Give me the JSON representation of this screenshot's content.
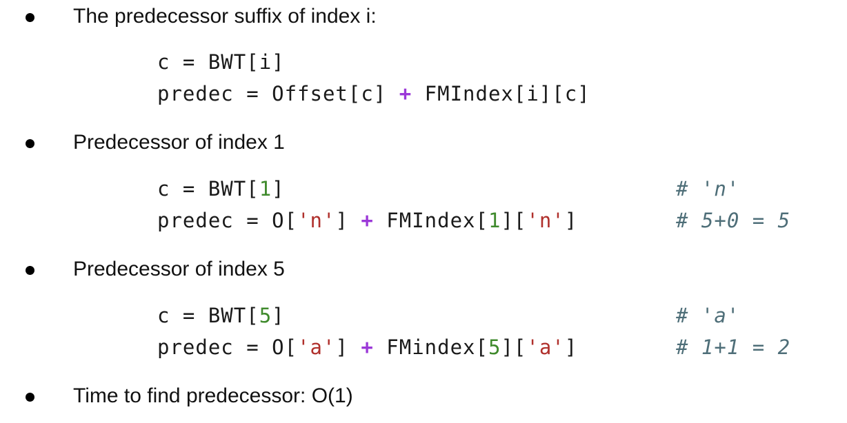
{
  "bullets": [
    {
      "text": "The predecessor suffix of index i:",
      "code": {
        "line1": {
          "a": "c = BWT[",
          "b": "i",
          "c": "]"
        },
        "line2": {
          "a": "predec = Offset[c] ",
          "op": "+",
          "b": " FMIndex[i][c]"
        }
      }
    },
    {
      "text": "Predecessor of index 1",
      "code": {
        "line1": {
          "a": "c = BWT[",
          "num": "1",
          "c": "]",
          "comment": "# 'n'"
        },
        "line2": {
          "a": "predec = O[",
          "str1": "'n'",
          "b": "] ",
          "op": "+",
          "c": " FMIndex[",
          "num": "1",
          "d": "][",
          "str2": "'n'",
          "e": "]",
          "comment": "# 5+0 = 5"
        }
      }
    },
    {
      "text": "Predecessor of index 5",
      "code": {
        "line1": {
          "a": "c = BWT[",
          "num": "5",
          "c": "]",
          "comment": "# 'a'"
        },
        "line2": {
          "a": "predec = O[",
          "str1": "'a'",
          "b": "] ",
          "op": "+",
          "c": " FMindex[",
          "num": "5",
          "d": "][",
          "str2": "'a'",
          "e": "]",
          "comment": "# 1+1 = 2"
        }
      }
    },
    {
      "text": "Time to find predecessor: O(1)"
    }
  ]
}
